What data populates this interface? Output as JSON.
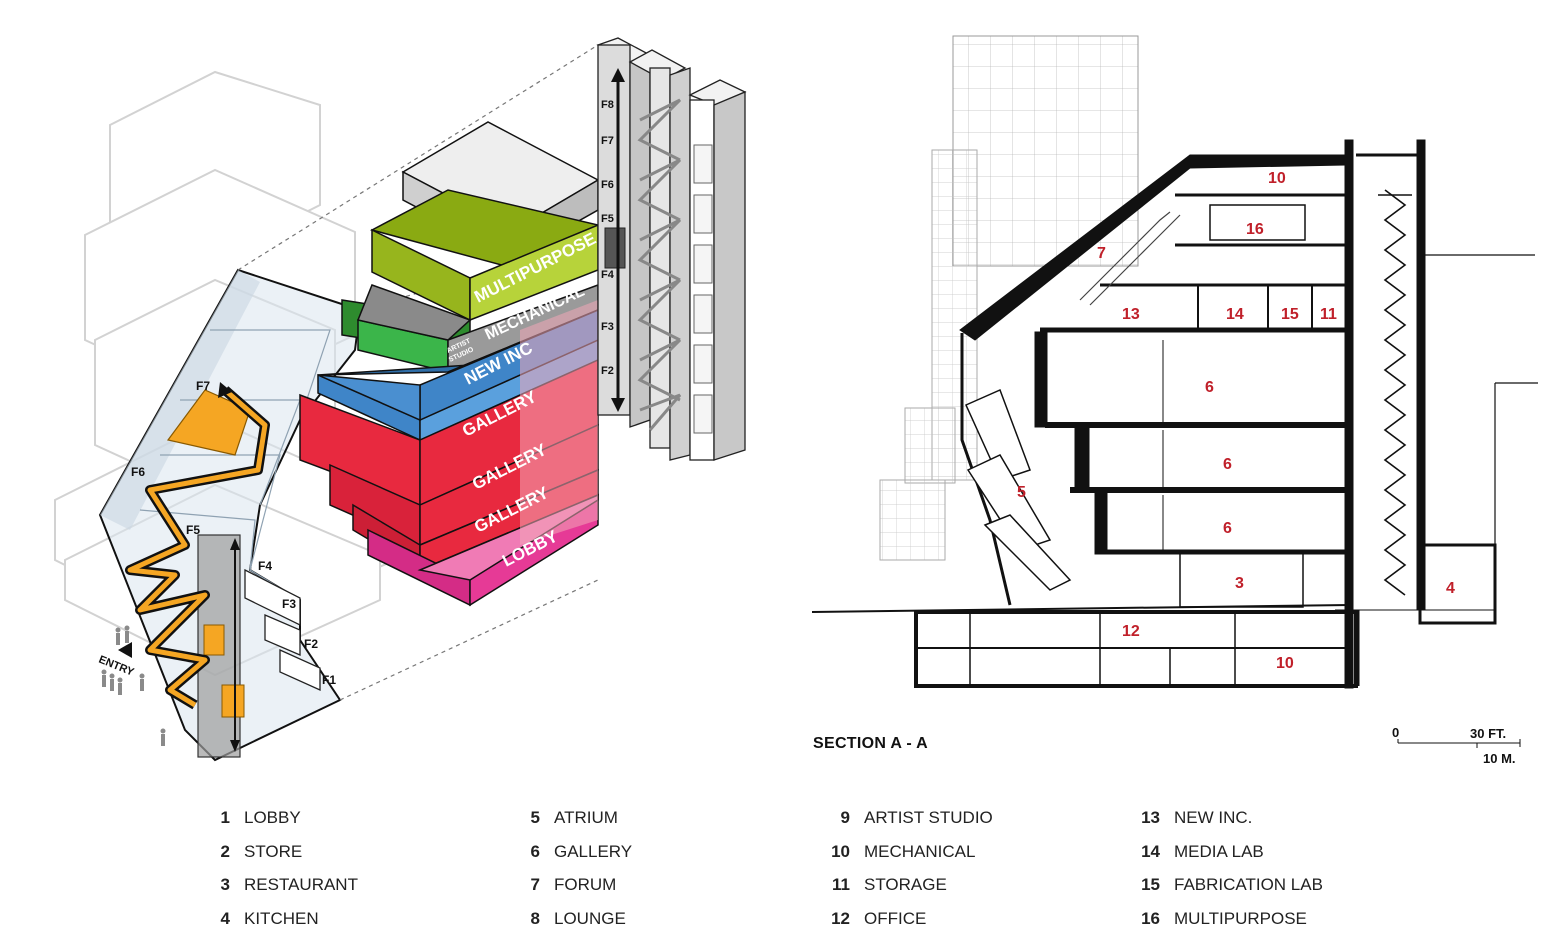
{
  "axon": {
    "floors": [
      "F1",
      "F2",
      "F3",
      "F4",
      "F5",
      "F6",
      "F7"
    ],
    "core_floors": [
      "F8",
      "F7",
      "F6",
      "F5",
      "F4",
      "F3",
      "F2"
    ],
    "entry_label": "ENTRY",
    "blocks": {
      "lobby": "LOBBY",
      "gallery": [
        "GALLERY",
        "GALLERY",
        "GALLERY"
      ],
      "new_inc": "NEW INC",
      "mechanical": "MECHANICAL",
      "artist_studio_1": "ARTIST",
      "artist_studio_2": "STUDIO",
      "multipurpose": "MULTIPURPOSE"
    },
    "colors": {
      "lobby": "#e63a96",
      "gallery": "#e8293f",
      "new_inc": "#3f85c8",
      "mechanical": "#9a9a9a",
      "artist_studio": "#3bb54a",
      "multipurpose": "#a8c62a",
      "path": "#f5a623"
    }
  },
  "section": {
    "title": "SECTION A - A",
    "labels": {
      "r10_top": "10",
      "r16": "16",
      "r7": "7",
      "r13": "13",
      "r14": "14",
      "r15": "15",
      "r11": "11",
      "r6_a": "6",
      "r6_b": "6",
      "r6_c": "6",
      "r5": "5",
      "r3": "3",
      "r4": "4",
      "r12": "12",
      "r10_bottom": "10"
    },
    "label_color": "#c0202a",
    "scale": {
      "zero": "0",
      "ft": "30 FT.",
      "m": "10 M."
    }
  },
  "legend": [
    {
      "num": "1",
      "label": "LOBBY"
    },
    {
      "num": "2",
      "label": "STORE"
    },
    {
      "num": "3",
      "label": "RESTAURANT"
    },
    {
      "num": "4",
      "label": "KITCHEN"
    },
    {
      "num": "5",
      "label": "ATRIUM"
    },
    {
      "num": "6",
      "label": "GALLERY"
    },
    {
      "num": "7",
      "label": "FORUM"
    },
    {
      "num": "8",
      "label": "LOUNGE"
    },
    {
      "num": "9",
      "label": "ARTIST STUDIO"
    },
    {
      "num": "10",
      "label": "MECHANICAL"
    },
    {
      "num": "11",
      "label": "STORAGE"
    },
    {
      "num": "12",
      "label": "OFFICE"
    },
    {
      "num": "13",
      "label": "NEW INC."
    },
    {
      "num": "14",
      "label": "MEDIA LAB"
    },
    {
      "num": "15",
      "label": "FABRICATION LAB"
    },
    {
      "num": "16",
      "label": "MULTIPURPOSE"
    }
  ]
}
